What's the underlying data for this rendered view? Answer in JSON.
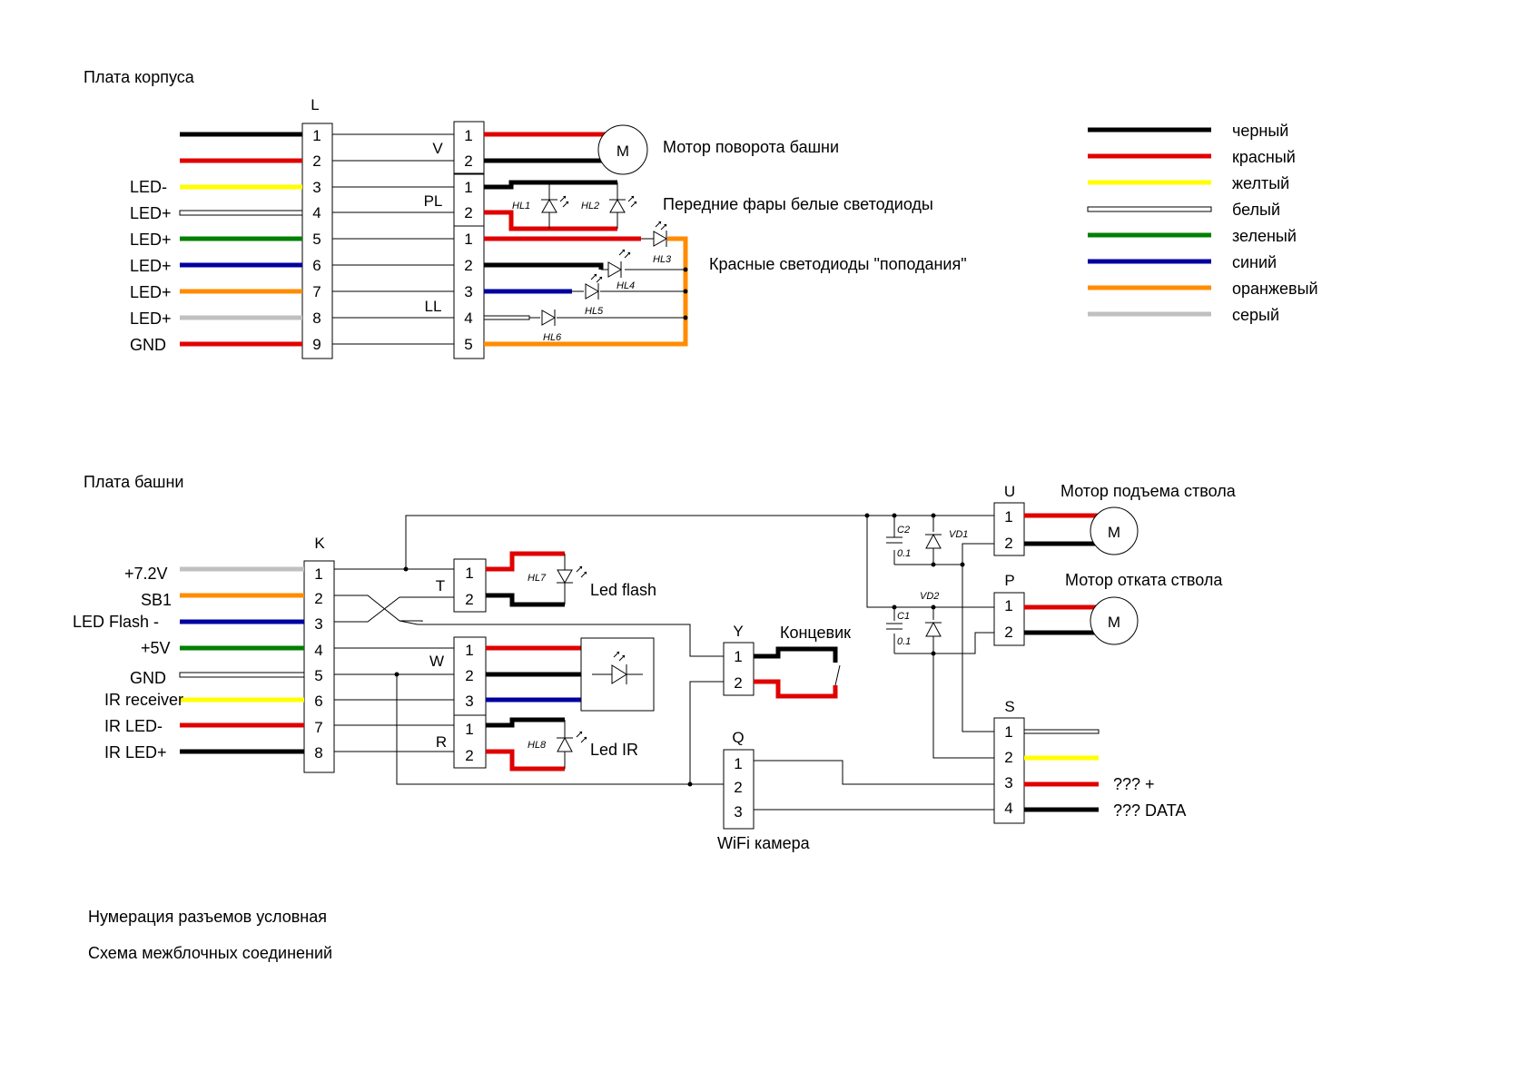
{
  "hull_board": {
    "title": "Плата корпуса",
    "connector_L": {
      "name": "L",
      "pins": [
        "1",
        "2",
        "3",
        "4",
        "5",
        "6",
        "7",
        "8",
        "9"
      ]
    },
    "wire_labels": {
      "p3": "LED-",
      "p4": "LED+",
      "p5": "LED+",
      "p6": "LED+",
      "p7": "LED+",
      "p8": "LED+",
      "p9": "GND"
    },
    "connector_V": {
      "name": "V",
      "pins": [
        "1",
        "2"
      ]
    },
    "connector_PL": {
      "name": "PL",
      "pins": [
        "1",
        "2"
      ]
    },
    "connector_LL": {
      "name": "LL",
      "pins": [
        "1",
        "2",
        "3",
        "4",
        "5"
      ]
    },
    "motor_letter": "M",
    "motor_turret_label": "Мотор поворота башни",
    "headlights_label": "Передние фары белые светодиоды",
    "hit_leds_label": "Красные светодиоды \"пoподания\"",
    "leds": {
      "hl1": "HL1",
      "hl2": "HL2",
      "hl3": "HL3",
      "hl4": "HL4",
      "hl5": "HL5",
      "hl6": "HL6"
    }
  },
  "legend": [
    {
      "color": "#000000",
      "label": "черный"
    },
    {
      "color": "#e00000",
      "label": "красный"
    },
    {
      "color": "#ffff00",
      "label": "желтый"
    },
    {
      "color": "#ffffff",
      "label": "белый"
    },
    {
      "color": "#008000",
      "label": "зеленый"
    },
    {
      "color": "#0000a0",
      "label": "синий"
    },
    {
      "color": "#ff8c00",
      "label": "оранжевый"
    },
    {
      "color": "#c0c0c0",
      "label": "серый"
    }
  ],
  "turret_board": {
    "title": "Плата башни",
    "connector_K": {
      "name": "K",
      "pins": [
        "1",
        "2",
        "3",
        "4",
        "5",
        "6",
        "7",
        "8"
      ]
    },
    "wire_labels": {
      "p1": "+7.2V",
      "p2": "SB1",
      "p3": "LED Flash -",
      "p4": "+5V",
      "p5": "GND",
      "p6": "IR receiver",
      "p7": "IR LED-",
      "p8": "IR LED+"
    },
    "connector_T": {
      "name": "T",
      "pins": [
        "1",
        "2"
      ]
    },
    "connector_W": {
      "name": "W",
      "pins": [
        "1",
        "2",
        "3"
      ]
    },
    "connector_R": {
      "name": "R",
      "pins": [
        "1",
        "2"
      ]
    },
    "connector_Y": {
      "name": "Y",
      "pins": [
        "1",
        "2"
      ]
    },
    "connector_Q": {
      "name": "Q",
      "pins": [
        "1",
        "2",
        "3"
      ]
    },
    "connector_U": {
      "name": "U",
      "pins": [
        "1",
        "2"
      ]
    },
    "connector_P": {
      "name": "P",
      "pins": [
        "1",
        "2"
      ]
    },
    "connector_S": {
      "name": "S",
      "pins": [
        "1",
        "2",
        "3",
        "4"
      ]
    },
    "led_flash_label": "Led flash",
    "led_ir_label": "Led IR",
    "limit_switch_label": "Концевик",
    "wifi_camera_label": "WiFi камера",
    "motor_elevation_label": "Мотор подъема ствола",
    "motor_recoil_label": "Мотор отката ствола",
    "s_pin3_label": "??? +",
    "s_pin4_label": "??? DATA",
    "components": {
      "hl7": "HL7",
      "hl8": "HL8",
      "c1": "C1",
      "c2": "C2",
      "c1_val": "0.1",
      "c2_val": "0.1",
      "vd1": "VD1",
      "vd2": "VD2"
    }
  },
  "notes": {
    "numbering": "Нумерация разъемов условная",
    "scheme": "Схема межблочных соединений"
  }
}
